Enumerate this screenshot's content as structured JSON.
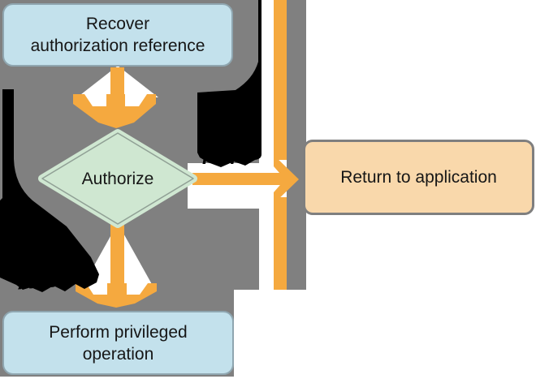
{
  "diagram": {
    "nodes": {
      "recover": {
        "line1": "Recover",
        "line2": "authorization reference"
      },
      "authorize": {
        "label": "Authorize"
      },
      "return": {
        "label": "Return to application"
      },
      "perform": {
        "line1": "Perform privileged",
        "line2": "operation"
      }
    },
    "edges": {
      "fail": "Fail",
      "allow": "Allow"
    },
    "colors": {
      "background_grey": "#808080",
      "arrow_orange": "#f5a93f",
      "process_blue": "#c3e1ec",
      "decision_green": "#cfe7d1",
      "terminal_peach": "#f9d8ab",
      "shadow_black": "#000000",
      "page_white": "#ffffff"
    }
  }
}
